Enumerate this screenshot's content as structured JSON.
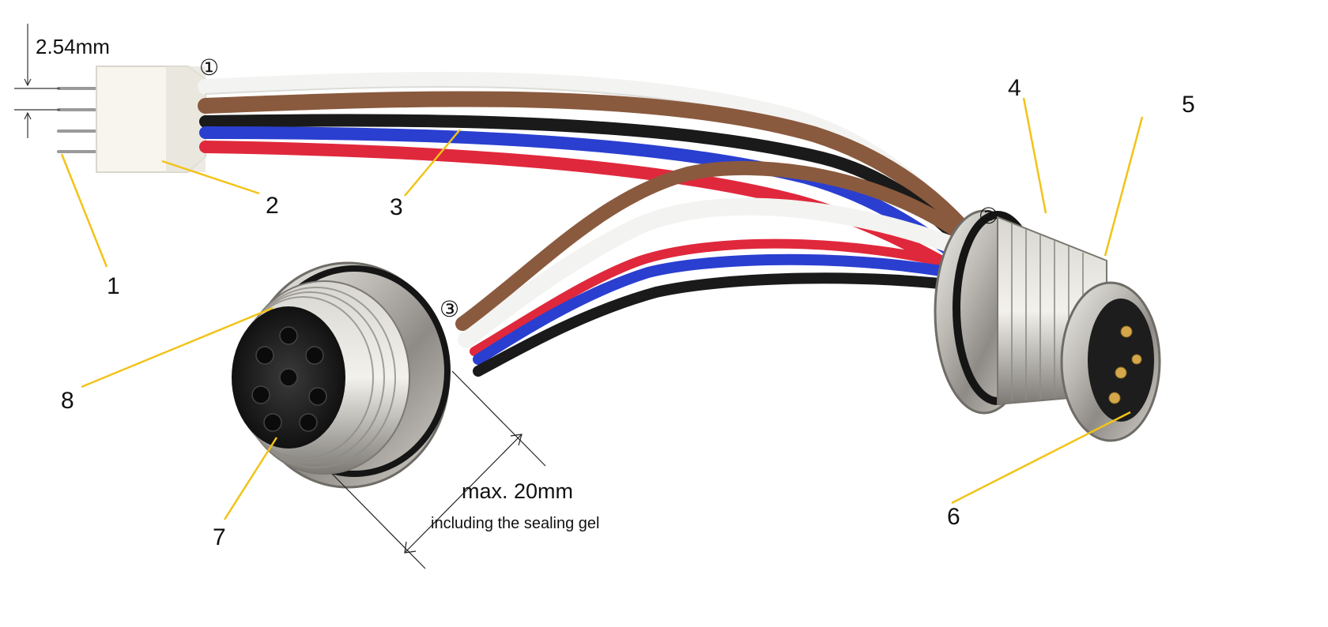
{
  "dimensions": {
    "pitch": "2.54mm",
    "max_length": "max. 20mm",
    "max_length_note": "including the sealing gel"
  },
  "section_markers": [
    "①",
    "②",
    "③"
  ],
  "callouts": [
    "1",
    "2",
    "3",
    "4",
    "5",
    "6",
    "7",
    "8"
  ],
  "colors": {
    "callout_line": "#f2c318",
    "wire_white": "#f3f3f1",
    "wire_brown": "#8a5a3e",
    "wire_black": "#1a1a1a",
    "wire_blue": "#2a3fd0",
    "wire_red": "#e0283c",
    "metal": "#b9b6b0",
    "housing": "#f7f5ee"
  }
}
